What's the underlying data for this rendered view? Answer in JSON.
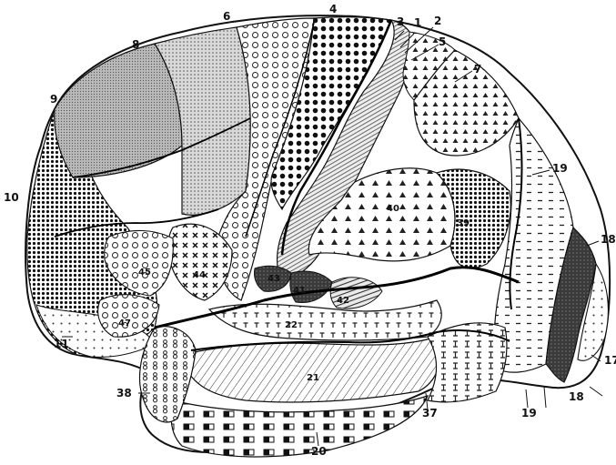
{
  "figure": {
    "area_labels": {
      "a1": "1",
      "a2": "2",
      "a3": "3",
      "a4": "4",
      "a5": "5",
      "a6": "6",
      "a7": "7",
      "a8": "8",
      "a9": "9",
      "a10": "10",
      "a11": "11",
      "a17": "17",
      "a18": "18",
      "a18b": "18",
      "a19": "19",
      "a19b": "19",
      "a20": "20",
      "a21": "21",
      "a22": "22",
      "a37": "37",
      "a38": "38",
      "a39": "39",
      "a40": "40",
      "a41": "41",
      "a42": "42",
      "a43": "43",
      "a44": "44",
      "a45": "45",
      "a47": "47"
    }
  }
}
